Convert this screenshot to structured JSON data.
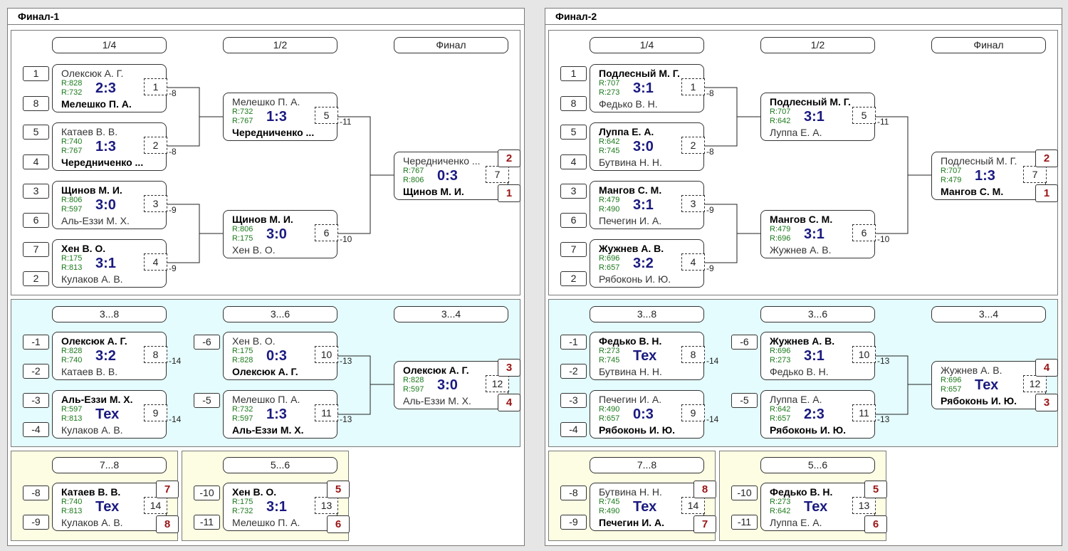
{
  "finals": [
    {
      "title": "Финал-1",
      "main": {
        "headers": [
          "1/4",
          "1/2",
          "Финал"
        ],
        "seeds": [
          "1",
          "8",
          "5",
          "4",
          "3",
          "6",
          "7",
          "2"
        ],
        "matches": [
          {
            "top": "Олексюк А. Г.",
            "top_rating": "R:828",
            "bottom": "Мелешко П. А.",
            "bottom_rating": "R:732",
            "score": "2:3",
            "num": "1",
            "ref": "-8",
            "winner": "bottom"
          },
          {
            "top": "Катаев В. В.",
            "top_rating": "R:740",
            "bottom": "Чередниченко ...",
            "bottom_rating": "R:767",
            "score": "1:3",
            "num": "2",
            "ref": "-8",
            "winner": "bottom"
          },
          {
            "top": "Щинов М. И.",
            "top_rating": "R:806",
            "bottom": "Аль-Еззи М. Х.",
            "bottom_rating": "R:597",
            "score": "3:0",
            "num": "3",
            "ref": "-9",
            "winner": "top"
          },
          {
            "top": "Хен В. О.",
            "top_rating": "R:175",
            "bottom": "Кулаков А. В.",
            "bottom_rating": "R:813",
            "score": "3:1",
            "num": "4",
            "ref": "-9",
            "winner": "top"
          },
          {
            "top": "Мелешко П. А.",
            "top_rating": "R:732",
            "bottom": "Чередниченко ...",
            "bottom_rating": "R:767",
            "score": "1:3",
            "num": "5",
            "ref": "-11",
            "winner": "bottom"
          },
          {
            "top": "Щинов М. И.",
            "top_rating": "R:806",
            "bottom": "Хен В. О.",
            "bottom_rating": "R:175",
            "score": "3:0",
            "num": "6",
            "ref": "-10",
            "winner": "top"
          },
          {
            "top": "Чередниченко ...",
            "top_rating": "R:767",
            "bottom": "Щинов М. И.",
            "bottom_rating": "R:806",
            "score": "0:3",
            "num": "7",
            "ref": "",
            "winner": "bottom",
            "place_top": "2",
            "place_bottom": "1"
          }
        ]
      },
      "consolation": {
        "headers": [
          "3...8",
          "3...6",
          "3...4"
        ],
        "seeds": [
          "-1",
          "-2",
          "-3",
          "-4",
          "-6",
          "-5"
        ],
        "matches": [
          {
            "top": "Олексюк А. Г.",
            "top_rating": "R:828",
            "bottom": "Катаев В. В.",
            "bottom_rating": "R:740",
            "score": "3:2",
            "num": "8",
            "ref": "-14",
            "winner": "top"
          },
          {
            "top": "Аль-Еззи М. Х.",
            "top_rating": "R:597",
            "bottom": "Кулаков А. В.",
            "bottom_rating": "R:813",
            "score": "Тех",
            "num": "9",
            "ref": "-14",
            "winner": "top"
          },
          {
            "top": "Хен В. О.",
            "top_rating": "R:175",
            "bottom": "Олексюк А. Г.",
            "bottom_rating": "R:828",
            "score": "0:3",
            "num": "10",
            "ref": "-13",
            "winner": "bottom"
          },
          {
            "top": "Мелешко П. А.",
            "top_rating": "R:732",
            "bottom": "Аль-Еззи М. Х.",
            "bottom_rating": "R:597",
            "score": "1:3",
            "num": "11",
            "ref": "-13",
            "winner": "bottom"
          },
          {
            "top": "Олексюк А. Г.",
            "top_rating": "R:828",
            "bottom": "Аль-Еззи М. Х.",
            "bottom_rating": "R:597",
            "score": "3:0",
            "num": "12",
            "ref": "",
            "winner": "top",
            "place_top": "3",
            "place_bottom": "4"
          }
        ]
      },
      "classifications": [
        {
          "header": "7...8",
          "seeds": [
            "-8",
            "-9"
          ],
          "match": {
            "top": "Катаев В. В.",
            "top_rating": "R:740",
            "bottom": "Кулаков А. В.",
            "bottom_rating": "R:813",
            "score": "Тех",
            "num": "14",
            "winner": "top",
            "place_top": "7",
            "place_bottom": "8"
          }
        },
        {
          "header": "5...6",
          "seeds": [
            "-10",
            "-11"
          ],
          "match": {
            "top": "Хен В. О.",
            "top_rating": "R:175",
            "bottom": "Мелешко П. А.",
            "bottom_rating": "R:732",
            "score": "3:1",
            "num": "13",
            "winner": "top",
            "place_top": "5",
            "place_bottom": "6"
          }
        }
      ]
    },
    {
      "title": "Финал-2",
      "main": {
        "headers": [
          "1/4",
          "1/2",
          "Финал"
        ],
        "seeds": [
          "1",
          "8",
          "5",
          "4",
          "3",
          "6",
          "7",
          "2"
        ],
        "matches": [
          {
            "top": "Подлесный М. Г.",
            "top_rating": "R:707",
            "bottom": "Федько В. Н.",
            "bottom_rating": "R:273",
            "score": "3:1",
            "num": "1",
            "ref": "-8",
            "winner": "top"
          },
          {
            "top": "Луппа Е. А.",
            "top_rating": "R:642",
            "bottom": "Бутвина Н. Н.",
            "bottom_rating": "R:745",
            "score": "3:0",
            "num": "2",
            "ref": "-8",
            "winner": "top"
          },
          {
            "top": "Мангов С. М.",
            "top_rating": "R:479",
            "bottom": "Печегин И. А.",
            "bottom_rating": "R:490",
            "score": "3:1",
            "num": "3",
            "ref": "-9",
            "winner": "top"
          },
          {
            "top": "Жужнев А. В.",
            "top_rating": "R:696",
            "bottom": "Рябоконь И. Ю.",
            "bottom_rating": "R:657",
            "score": "3:2",
            "num": "4",
            "ref": "-9",
            "winner": "top"
          },
          {
            "top": "Подлесный М. Г.",
            "top_rating": "R:707",
            "bottom": "Луппа Е. А.",
            "bottom_rating": "R:642",
            "score": "3:1",
            "num": "5",
            "ref": "-11",
            "winner": "top"
          },
          {
            "top": "Мангов С. М.",
            "top_rating": "R:479",
            "bottom": "Жужнев А. В.",
            "bottom_rating": "R:696",
            "score": "3:1",
            "num": "6",
            "ref": "-10",
            "winner": "top"
          },
          {
            "top": "Подлесный М. Г.",
            "top_rating": "R:707",
            "bottom": "Мангов С. М.",
            "bottom_rating": "R:479",
            "score": "1:3",
            "num": "7",
            "ref": "",
            "winner": "bottom",
            "place_top": "2",
            "place_bottom": "1"
          }
        ]
      },
      "consolation": {
        "headers": [
          "3...8",
          "3...6",
          "3...4"
        ],
        "seeds": [
          "-1",
          "-2",
          "-3",
          "-4",
          "-6",
          "-5"
        ],
        "matches": [
          {
            "top": "Федько В. Н.",
            "top_rating": "R:273",
            "bottom": "Бутвина Н. Н.",
            "bottom_rating": "R:745",
            "score": "Тех",
            "num": "8",
            "ref": "-14",
            "winner": "top"
          },
          {
            "top": "Печегин И. А.",
            "top_rating": "R:490",
            "bottom": "Рябоконь И. Ю.",
            "bottom_rating": "R:657",
            "score": "0:3",
            "num": "9",
            "ref": "-14",
            "winner": "bottom"
          },
          {
            "top": "Жужнев А. В.",
            "top_rating": "R:696",
            "bottom": "Федько В. Н.",
            "bottom_rating": "R:273",
            "score": "3:1",
            "num": "10",
            "ref": "-13",
            "winner": "top"
          },
          {
            "top": "Луппа Е. А.",
            "top_rating": "R:642",
            "bottom": "Рябоконь И. Ю.",
            "bottom_rating": "R:657",
            "score": "2:3",
            "num": "11",
            "ref": "-13",
            "winner": "bottom"
          },
          {
            "top": "Жужнев А. В.",
            "top_rating": "R:696",
            "bottom": "Рябоконь И. Ю.",
            "bottom_rating": "R:657",
            "score": "Тех",
            "num": "12",
            "ref": "",
            "winner": "bottom",
            "place_top": "4",
            "place_bottom": "3"
          }
        ]
      },
      "classifications": [
        {
          "header": "7...8",
          "seeds": [
            "-8",
            "-9"
          ],
          "match": {
            "top": "Бутвина Н. Н.",
            "top_rating": "R:745",
            "bottom": "Печегин И. А.",
            "bottom_rating": "R:490",
            "score": "Тех",
            "num": "14",
            "winner": "bottom",
            "place_top": "8",
            "place_bottom": "7"
          }
        },
        {
          "header": "5...6",
          "seeds": [
            "-10",
            "-11"
          ],
          "match": {
            "top": "Федько В. Н.",
            "top_rating": "R:273",
            "bottom": "Луппа Е. А.",
            "bottom_rating": "R:642",
            "score": "Тех",
            "num": "13",
            "winner": "top",
            "place_top": "5",
            "place_bottom": "6"
          }
        }
      ]
    }
  ]
}
